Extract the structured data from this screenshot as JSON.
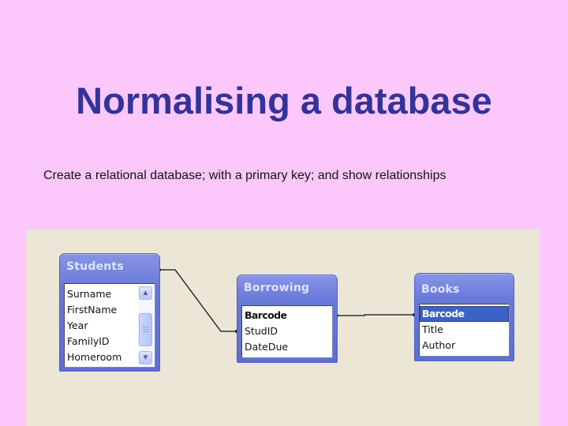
{
  "slide": {
    "title": "Normalising a database",
    "subtitle": "Create a relational database; with a primary key; and show relationships",
    "colors": {
      "background": "#fcc8fc",
      "title": "#333399",
      "panel": "#ebe6d6",
      "table_header": "#6878d8"
    }
  },
  "diagram": {
    "tables": [
      {
        "name": "Students",
        "fields": [
          "Surname",
          "FirstName",
          "Year",
          "FamilyID",
          "Homeroom"
        ],
        "has_scrollbar": true
      },
      {
        "name": "Borrowing",
        "fields": [
          "Barcode",
          "StudID",
          "DateDue"
        ],
        "primary_key": "Barcode"
      },
      {
        "name": "Books",
        "fields": [
          "Barcode",
          "Title",
          "Author"
        ],
        "primary_key": "Barcode",
        "selected": "Barcode"
      }
    ],
    "relationships": [
      {
        "from": "Students",
        "to": "Borrowing.StudID"
      },
      {
        "from": "Borrowing.Barcode",
        "to": "Books.Barcode"
      }
    ],
    "scrollbar": {
      "up_icon": "chevron-up-icon",
      "down_icon": "chevron-down-icon",
      "up_glyph": "▲",
      "down_glyph": "▼"
    }
  }
}
